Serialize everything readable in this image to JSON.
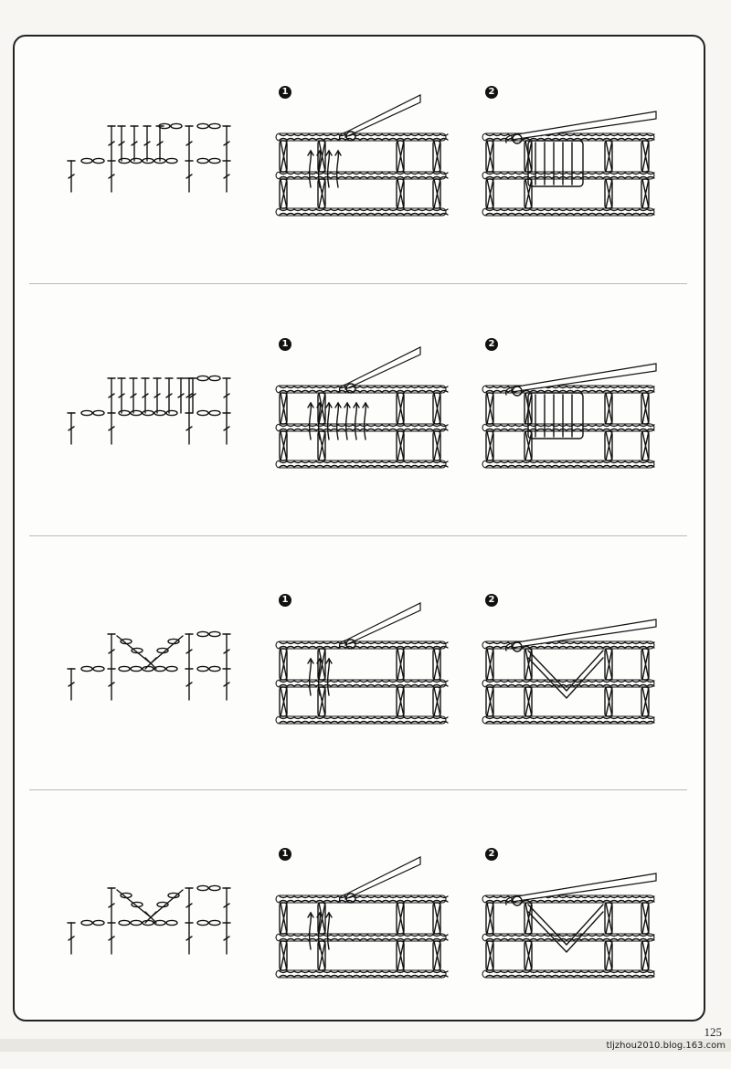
{
  "page": {
    "number": "125",
    "watermark": "tljzhou2010.blog.163.com"
  },
  "step_labels": [
    "1",
    "2"
  ],
  "sections": [
    {
      "id": "section-1",
      "symbol_chart_stitches": 4,
      "arrows": 4,
      "variant": "block"
    },
    {
      "id": "section-2",
      "symbol_chart_stitches": 7,
      "arrows": 7,
      "variant": "block"
    },
    {
      "id": "section-3",
      "symbol_chart_stitches": 2,
      "arrows": 3,
      "variant": "v-crossed"
    },
    {
      "id": "section-4",
      "symbol_chart_stitches": 2,
      "arrows": 3,
      "variant": "v-crossed"
    }
  ]
}
